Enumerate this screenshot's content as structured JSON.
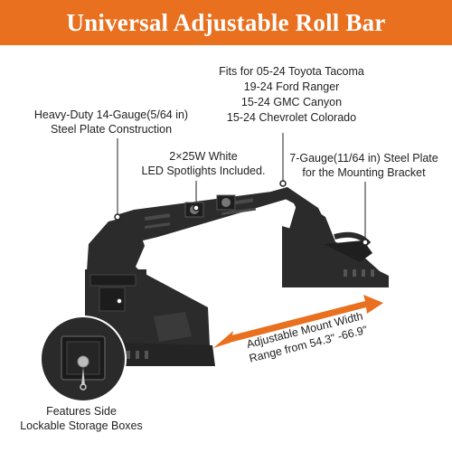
{
  "title": "Universal Adjustable Roll Bar",
  "colors": {
    "banner": "#e8701f",
    "arrow": "#e8701f",
    "product": "#2b2b2b"
  },
  "callouts": {
    "fits": [
      "Fits for 05-24 Toyota Tacoma",
      "19-24 Ford Ranger",
      "15-24 GMC Canyon",
      "15-24 Chevrolet Colorado"
    ],
    "gauge14": [
      "Heavy-Duty 14-Gauge(5/64 in)",
      "Steel Plate Construction"
    ],
    "led": [
      "2×25W White",
      "LED Spotlights Included."
    ],
    "gauge7": [
      "7-Gauge(11/64 in) Steel Plate",
      "for the Mounting Bracket"
    ],
    "adjust": [
      "Adjustable Mount Width",
      "Range from 54.3\" -66.9\""
    ],
    "storage": [
      "Features Side",
      "Lockable Storage Boxes"
    ]
  }
}
